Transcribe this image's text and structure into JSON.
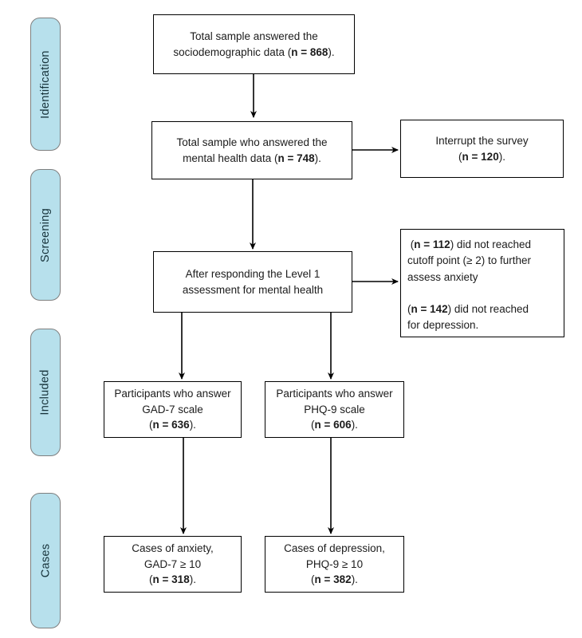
{
  "figure": {
    "background": "#ffffff",
    "line_color": "#000000",
    "text_color": "#1c1c1c"
  },
  "sidebar": {
    "fill": "#b7e0ec",
    "border_color": "#7f7f7f",
    "stages": [
      {
        "id": "identification",
        "label": "Identification"
      },
      {
        "id": "screening",
        "label": "Screening"
      },
      {
        "id": "included",
        "label": "Included"
      },
      {
        "id": "cases",
        "label": "Cases"
      }
    ]
  },
  "boxes": {
    "sociodemographic": {
      "lines": [
        [
          {
            "t": "Total sample answered the"
          }
        ],
        [
          {
            "t": "sociodemographic data ("
          },
          {
            "t": "n = 868",
            "b": true
          },
          {
            "t": ")."
          }
        ]
      ]
    },
    "mental_health": {
      "lines": [
        [
          {
            "t": "Total sample who answered the"
          }
        ],
        [
          {
            "t": "mental health data ("
          },
          {
            "t": "n = 748",
            "b": true
          },
          {
            "t": ")."
          }
        ]
      ]
    },
    "interrupt": {
      "lines": [
        [
          {
            "t": "Interrupt the survey"
          }
        ],
        [
          {
            "t": "("
          },
          {
            "t": "n = 120",
            "b": true
          },
          {
            "t": ")."
          }
        ]
      ]
    },
    "level1": {
      "lines": [
        [
          {
            "t": "After responding the Level 1"
          }
        ],
        [
          {
            "t": "assessment for mental health"
          }
        ]
      ]
    },
    "cutoff_note": {
      "lines": [
        [
          {
            "t": " ("
          },
          {
            "t": "n = 112",
            "b": true
          },
          {
            "t": ") did not reached"
          }
        ],
        [
          {
            "t": "cutoff point (≥ 2) to further"
          }
        ],
        [
          {
            "t": "assess anxiety"
          }
        ],
        [],
        [
          {
            "t": "("
          },
          {
            "t": "n = 142",
            "b": true
          },
          {
            "t": ") did not reached"
          }
        ],
        [
          {
            "t": "for depression."
          }
        ]
      ]
    },
    "gad7": {
      "lines": [
        [
          {
            "t": "Participants who answer"
          }
        ],
        [
          {
            "t": "GAD-7 scale"
          }
        ],
        [
          {
            "t": "("
          },
          {
            "t": "n = 636",
            "b": true
          },
          {
            "t": ")."
          }
        ]
      ]
    },
    "phq9": {
      "lines": [
        [
          {
            "t": "Participants who answer"
          }
        ],
        [
          {
            "t": "PHQ-9 scale"
          }
        ],
        [
          {
            "t": "("
          },
          {
            "t": "n = 606",
            "b": true
          },
          {
            "t": ")."
          }
        ]
      ]
    },
    "anxiety_cases": {
      "lines": [
        [
          {
            "t": "Cases of anxiety,"
          }
        ],
        [
          {
            "t": "GAD-7 ≥ 10"
          }
        ],
        [
          {
            "t": "("
          },
          {
            "t": "n = 318",
            "b": true
          },
          {
            "t": ")."
          }
        ]
      ]
    },
    "depression_cases": {
      "lines": [
        [
          {
            "t": "Cases of depression,"
          }
        ],
        [
          {
            "t": "PHQ-9 ≥ 10"
          }
        ],
        [
          {
            "t": "("
          },
          {
            "t": "n = 382",
            "b": true
          },
          {
            "t": ")."
          }
        ]
      ]
    }
  }
}
